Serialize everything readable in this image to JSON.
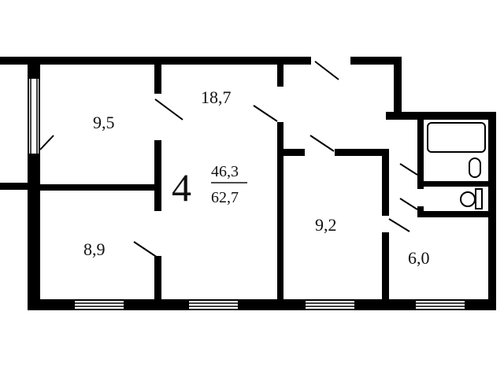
{
  "plan": {
    "rooms_count": "4",
    "living_area": "46,3",
    "total_area": "62,7",
    "rooms": [
      {
        "area": "9,5"
      },
      {
        "area": "18,7"
      },
      {
        "area": "8,9"
      },
      {
        "area": "9,2"
      },
      {
        "area": "6,0"
      }
    ],
    "colors": {
      "wall": "#000000",
      "background": "#ffffff"
    }
  }
}
